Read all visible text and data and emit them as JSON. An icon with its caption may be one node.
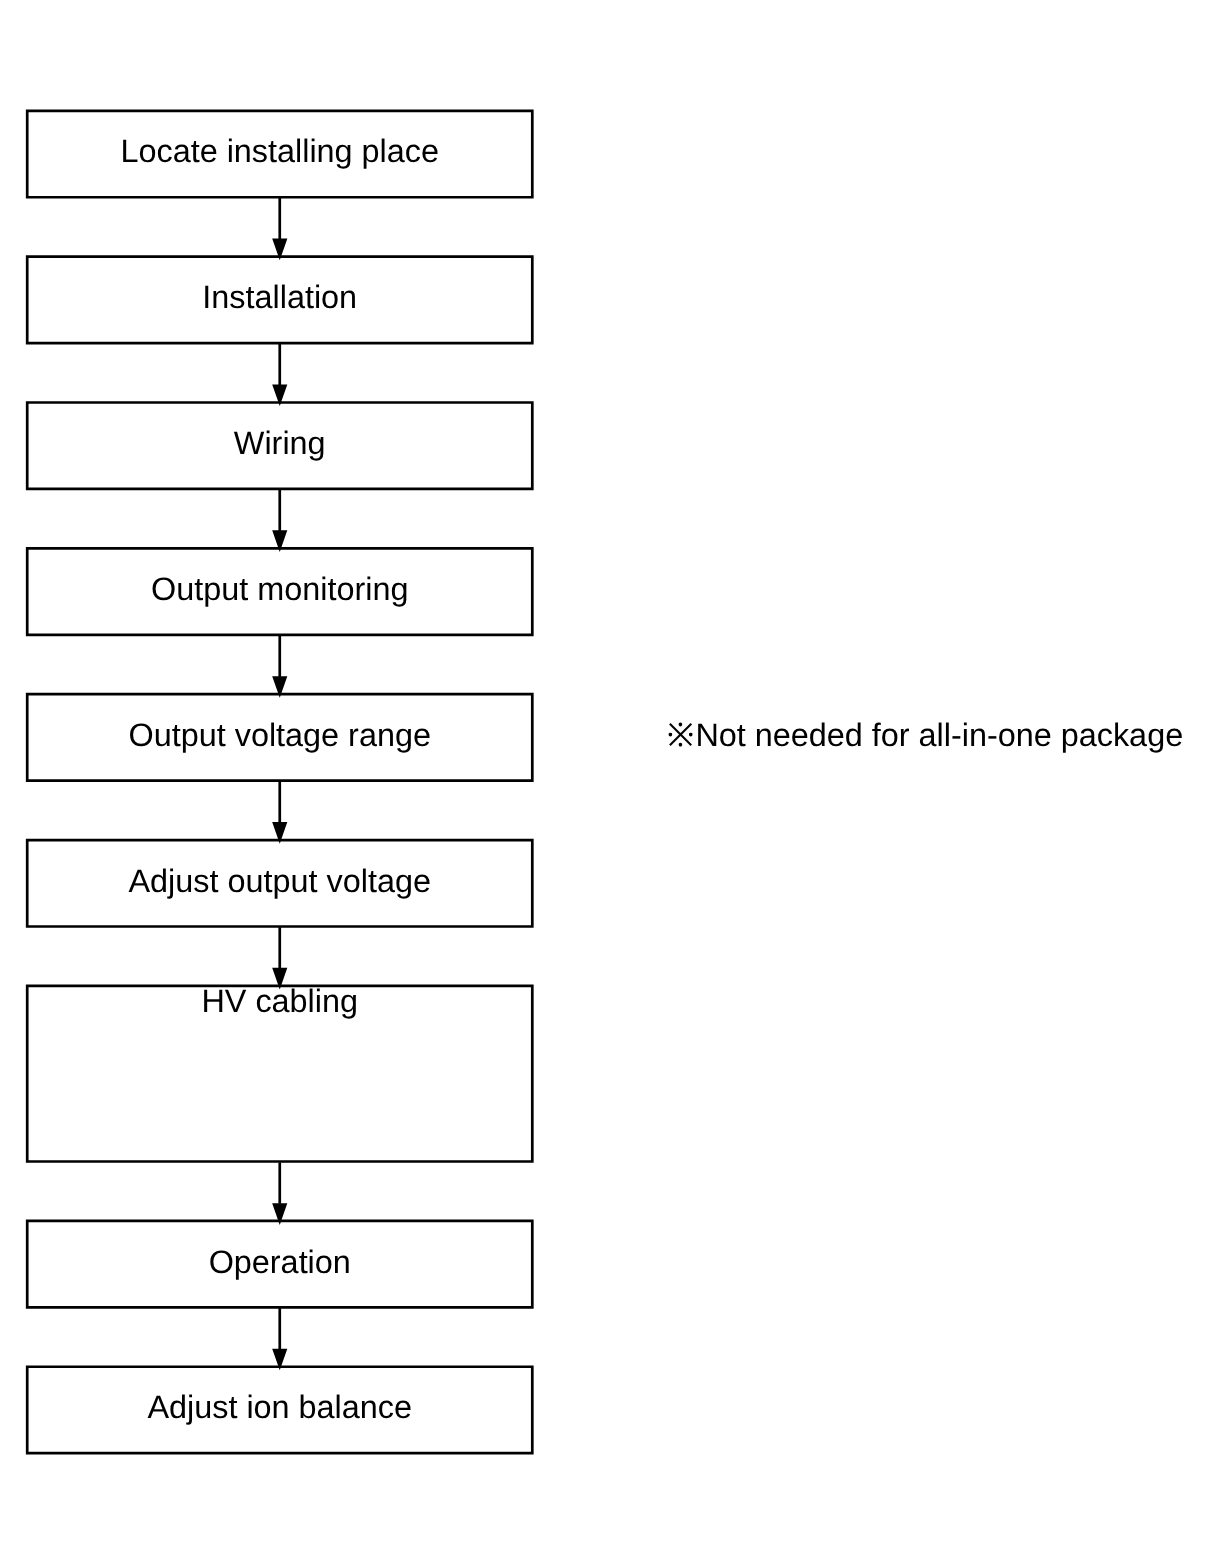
{
  "diagram": {
    "nodes": [
      {
        "text": [
          "Locate installing place"
        ]
      },
      {
        "text": [
          "Installation"
        ]
      },
      {
        "text": [
          "Wiring"
        ]
      },
      {
        "text": [
          "Output monitoring"
        ]
      },
      {
        "text": [
          "Output voltage range"
        ]
      },
      {
        "text": [
          "Adjust output voltage"
        ]
      },
      {
        "text": [
          "HV cabling"
        ]
      },
      {
        "text": [
          "Operation"
        ]
      },
      {
        "text": [
          "Adjust ion balance"
        ]
      }
    ],
    "edges": [
      {
        "from": 0,
        "to": 1,
        "arrow": "to"
      },
      {
        "from": 1,
        "to": 2,
        "arrow": "to"
      },
      {
        "from": 2,
        "to": 3,
        "arrow": "to"
      },
      {
        "from": 3,
        "to": 4,
        "arrow": "to"
      },
      {
        "from": 4,
        "to": 5,
        "arrow": "to"
      },
      {
        "from": 5,
        "to": 6,
        "arrow": "to"
      },
      {
        "from": 6,
        "to": 7,
        "arrow": "to"
      },
      {
        "from": 7,
        "to": 8,
        "arrow": "to"
      }
    ],
    "labels": [
      "※Not needed for all-in-one package"
    ]
  }
}
